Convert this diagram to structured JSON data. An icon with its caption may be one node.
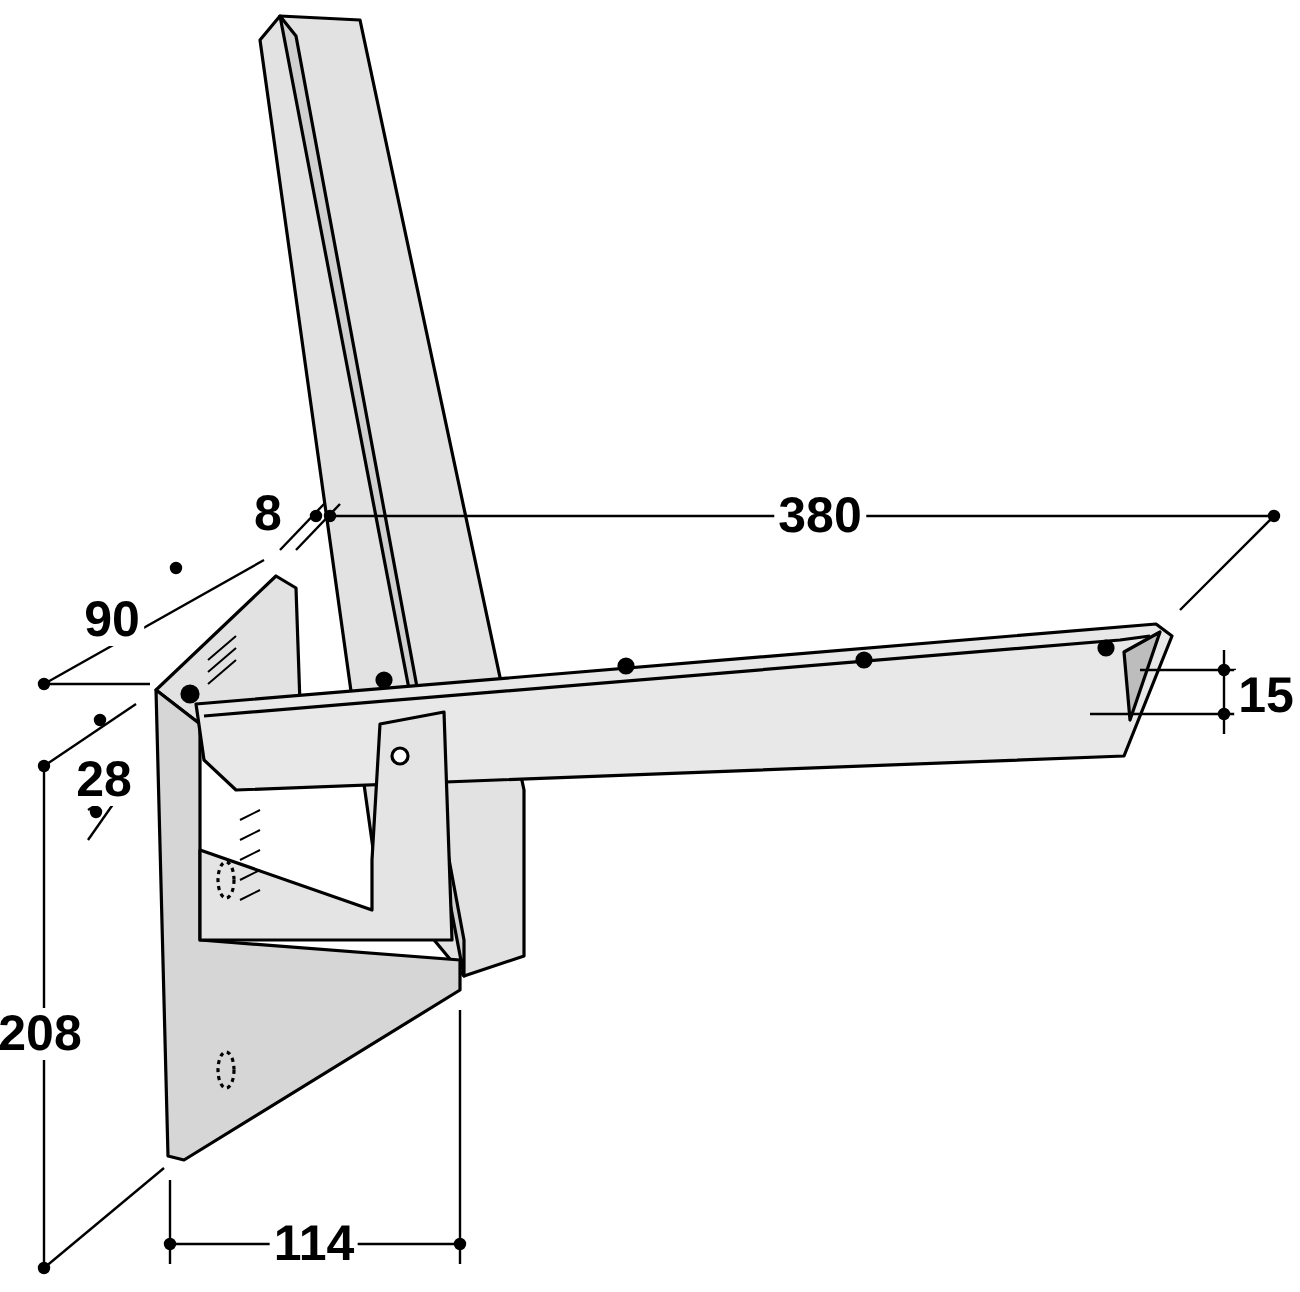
{
  "diagram": {
    "labels": [
      "8",
      "380",
      "90",
      "15",
      "28",
      "208",
      "114"
    ]
  }
}
